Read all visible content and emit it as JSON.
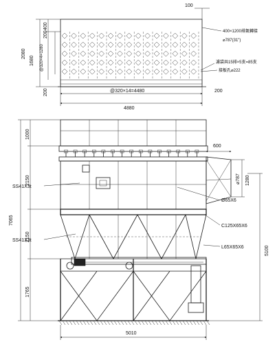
{
  "top_view": {
    "dims": {
      "top_overhang": "100",
      "top_band": "400",
      "top_band_gap": "200",
      "total_height": "2080",
      "bag_area": "1680",
      "pitch_vertical": "@320×4=1280",
      "bottom": "200",
      "pitch_horizontal": "@320×14=4480",
      "right_end": "200",
      "total_width": "4880"
    },
    "callouts": {
      "outlet_flange": "400×1200排氣轉接",
      "outlet_dia": "⌀787(31\")",
      "bag_count": "濾袋共15排×5支=85支",
      "bag_hole": "接板孔⌀222"
    }
  },
  "front_view": {
    "dims": {
      "hood_height": "1000",
      "upper_body": "2150",
      "lower_body": "2150",
      "legs": "1765",
      "total_height": "7065",
      "inlet_offset": "600",
      "inlet_dia": "⌀787",
      "inlet_height": "1280",
      "side_height": "5100",
      "base_width": "5010"
    },
    "callouts": {
      "upper_plate": "SS41X3t",
      "lower_plate": "SS41X3t",
      "angle_pipe": "Ø65X6",
      "channel": "C125X65X6",
      "angle_steel": "L65X65X6"
    }
  }
}
